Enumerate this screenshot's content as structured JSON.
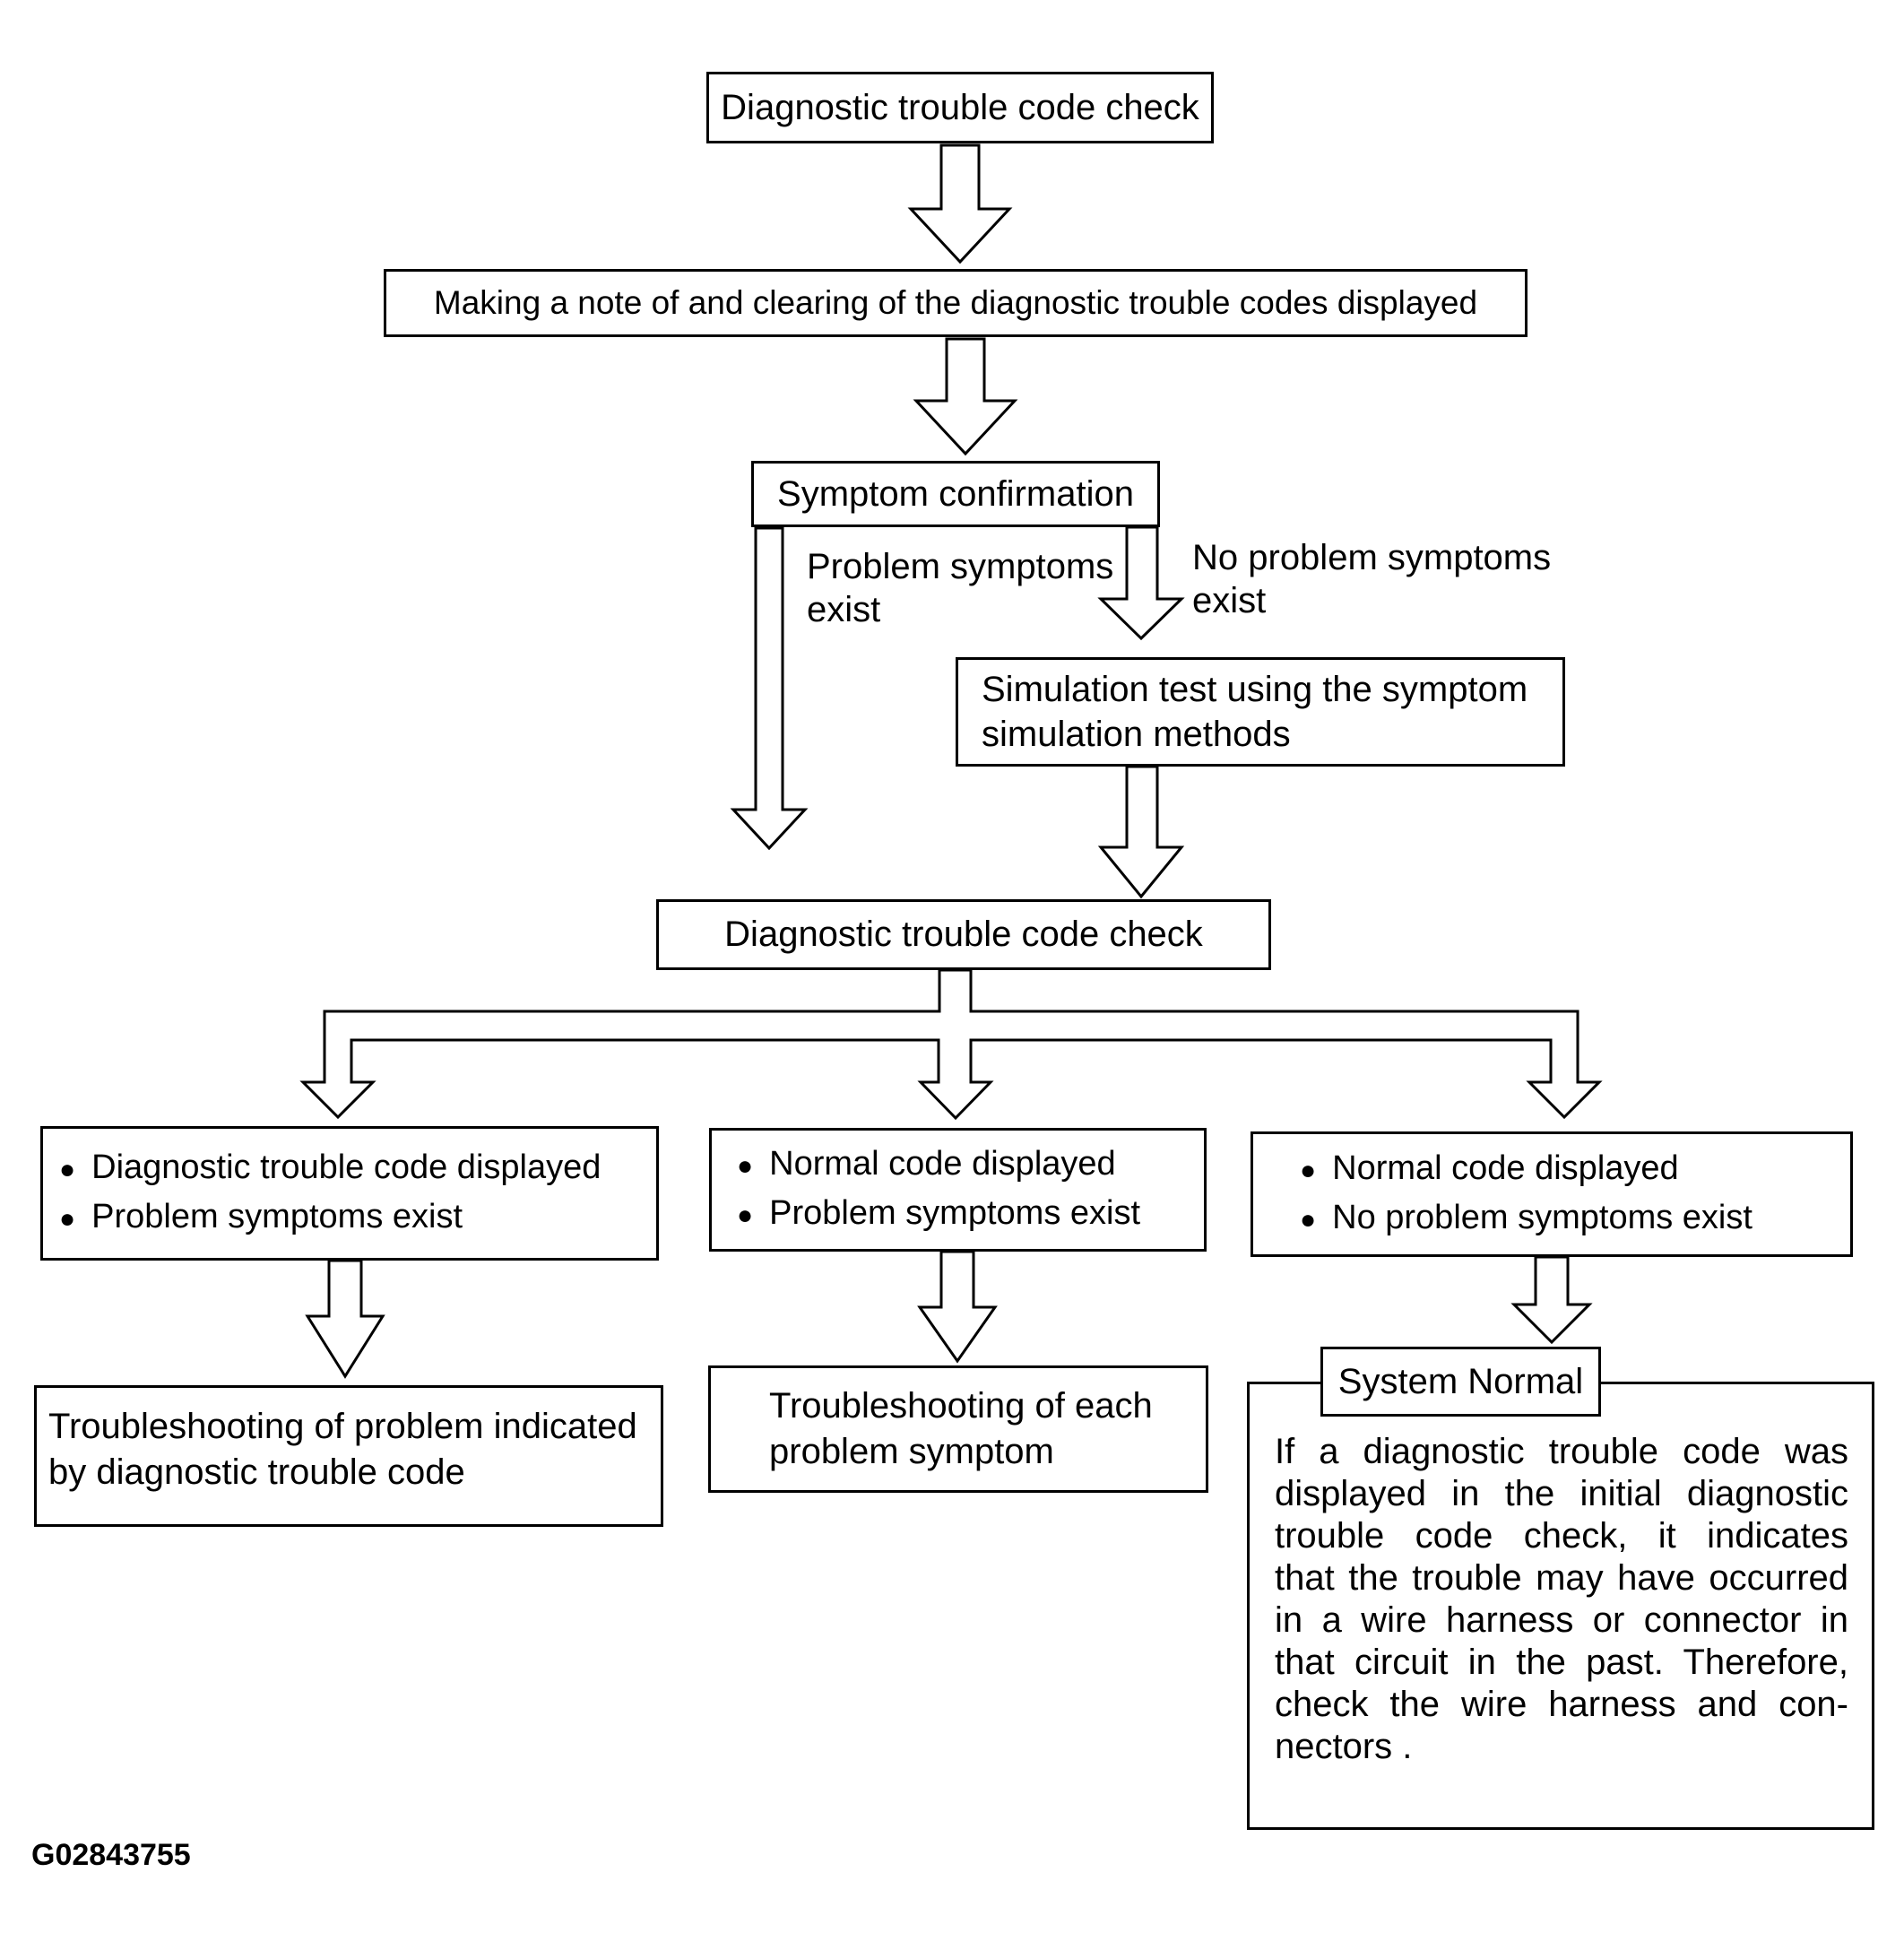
{
  "boxes": {
    "dtc_check_1": {
      "label": "Diagnostic trouble code check"
    },
    "note_clear": {
      "label": "Making a note of and clearing of the diagnostic trouble codes displayed"
    },
    "symptom_confirmation": {
      "label": "Symptom confirmation"
    },
    "simulation_test": {
      "line1": "Simulation test using the symptom",
      "line2": "simulation methods"
    },
    "dtc_check_2": {
      "label": "Diagnostic trouble code check"
    },
    "outcome_left": {
      "item1": "Diagnostic trouble code displayed",
      "item2": "Problem symptoms exist"
    },
    "outcome_middle": {
      "item1": "Normal code displayed",
      "item2": "Problem symptoms exist"
    },
    "outcome_right": {
      "item1": "Normal code displayed",
      "item2": "No problem symptoms exist"
    },
    "troubleshoot_dtc": {
      "line1": "Troubleshooting of problem indicated",
      "line2": "by diagnostic trouble code"
    },
    "troubleshoot_symptom": {
      "line1": "Troubleshooting of each",
      "line2": "problem symptom"
    },
    "system_normal": {
      "label": "System Normal"
    }
  },
  "edge_labels": {
    "problem_symptoms": {
      "line1": "Problem symptoms",
      "line2": "exist"
    },
    "no_problem_symptoms": {
      "line1": "No problem symptoms",
      "line2": "exist"
    }
  },
  "system_normal_note": {
    "lines": [
      "If a diagnostic trouble code was",
      "displayed in the initial diagnostic",
      "trouble code check, it indicates",
      "that the trouble may have occurred",
      "in a wire harness or connector in",
      "that circuit in the past. Therefore,",
      "check the wire harness and con-",
      "nectors ."
    ]
  },
  "bullet_icon": "●",
  "figure_id": "G02843755",
  "colors": {
    "line": "#000000",
    "background": "#ffffff",
    "text": "#000000"
  }
}
